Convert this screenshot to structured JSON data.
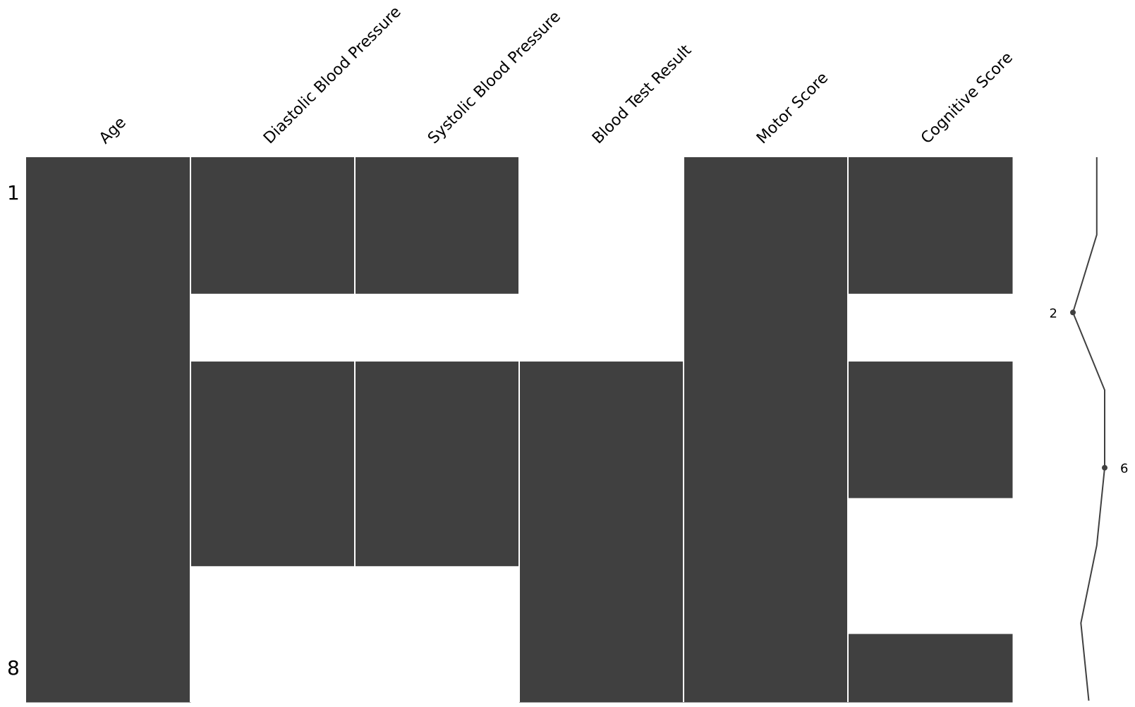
{
  "chart_data": {
    "type": "heatmap",
    "subtype": "missingno-matrix",
    "title": "",
    "columns": [
      "Age",
      "Diastolic Blood Pressure",
      "Systolic Blood Pressure",
      "Blood Test Result",
      "Motor Score",
      "Cognitive Score"
    ],
    "n_rows": 8,
    "row_tick_labels": [
      "1",
      "8"
    ],
    "present_matrix": [
      [
        1,
        1,
        1,
        0,
        1,
        1
      ],
      [
        1,
        1,
        1,
        0,
        1,
        1
      ],
      [
        1,
        0,
        0,
        0,
        1,
        0
      ],
      [
        1,
        1,
        1,
        1,
        1,
        1
      ],
      [
        1,
        1,
        1,
        1,
        1,
        1
      ],
      [
        1,
        1,
        1,
        1,
        1,
        0
      ],
      [
        1,
        0,
        0,
        1,
        1,
        0
      ],
      [
        1,
        0,
        0,
        1,
        1,
        1
      ]
    ],
    "sparkline": {
      "values": [
        5,
        5,
        2,
        6,
        6,
        5,
        3,
        4
      ],
      "min": {
        "value": 2,
        "label": "2",
        "row": 3
      },
      "max": {
        "value": 6,
        "label": "6",
        "row": 5
      }
    },
    "colors": {
      "present": "#404040",
      "missing": "#ffffff",
      "separator": "#ffffff",
      "sparkline": "#404040"
    }
  }
}
